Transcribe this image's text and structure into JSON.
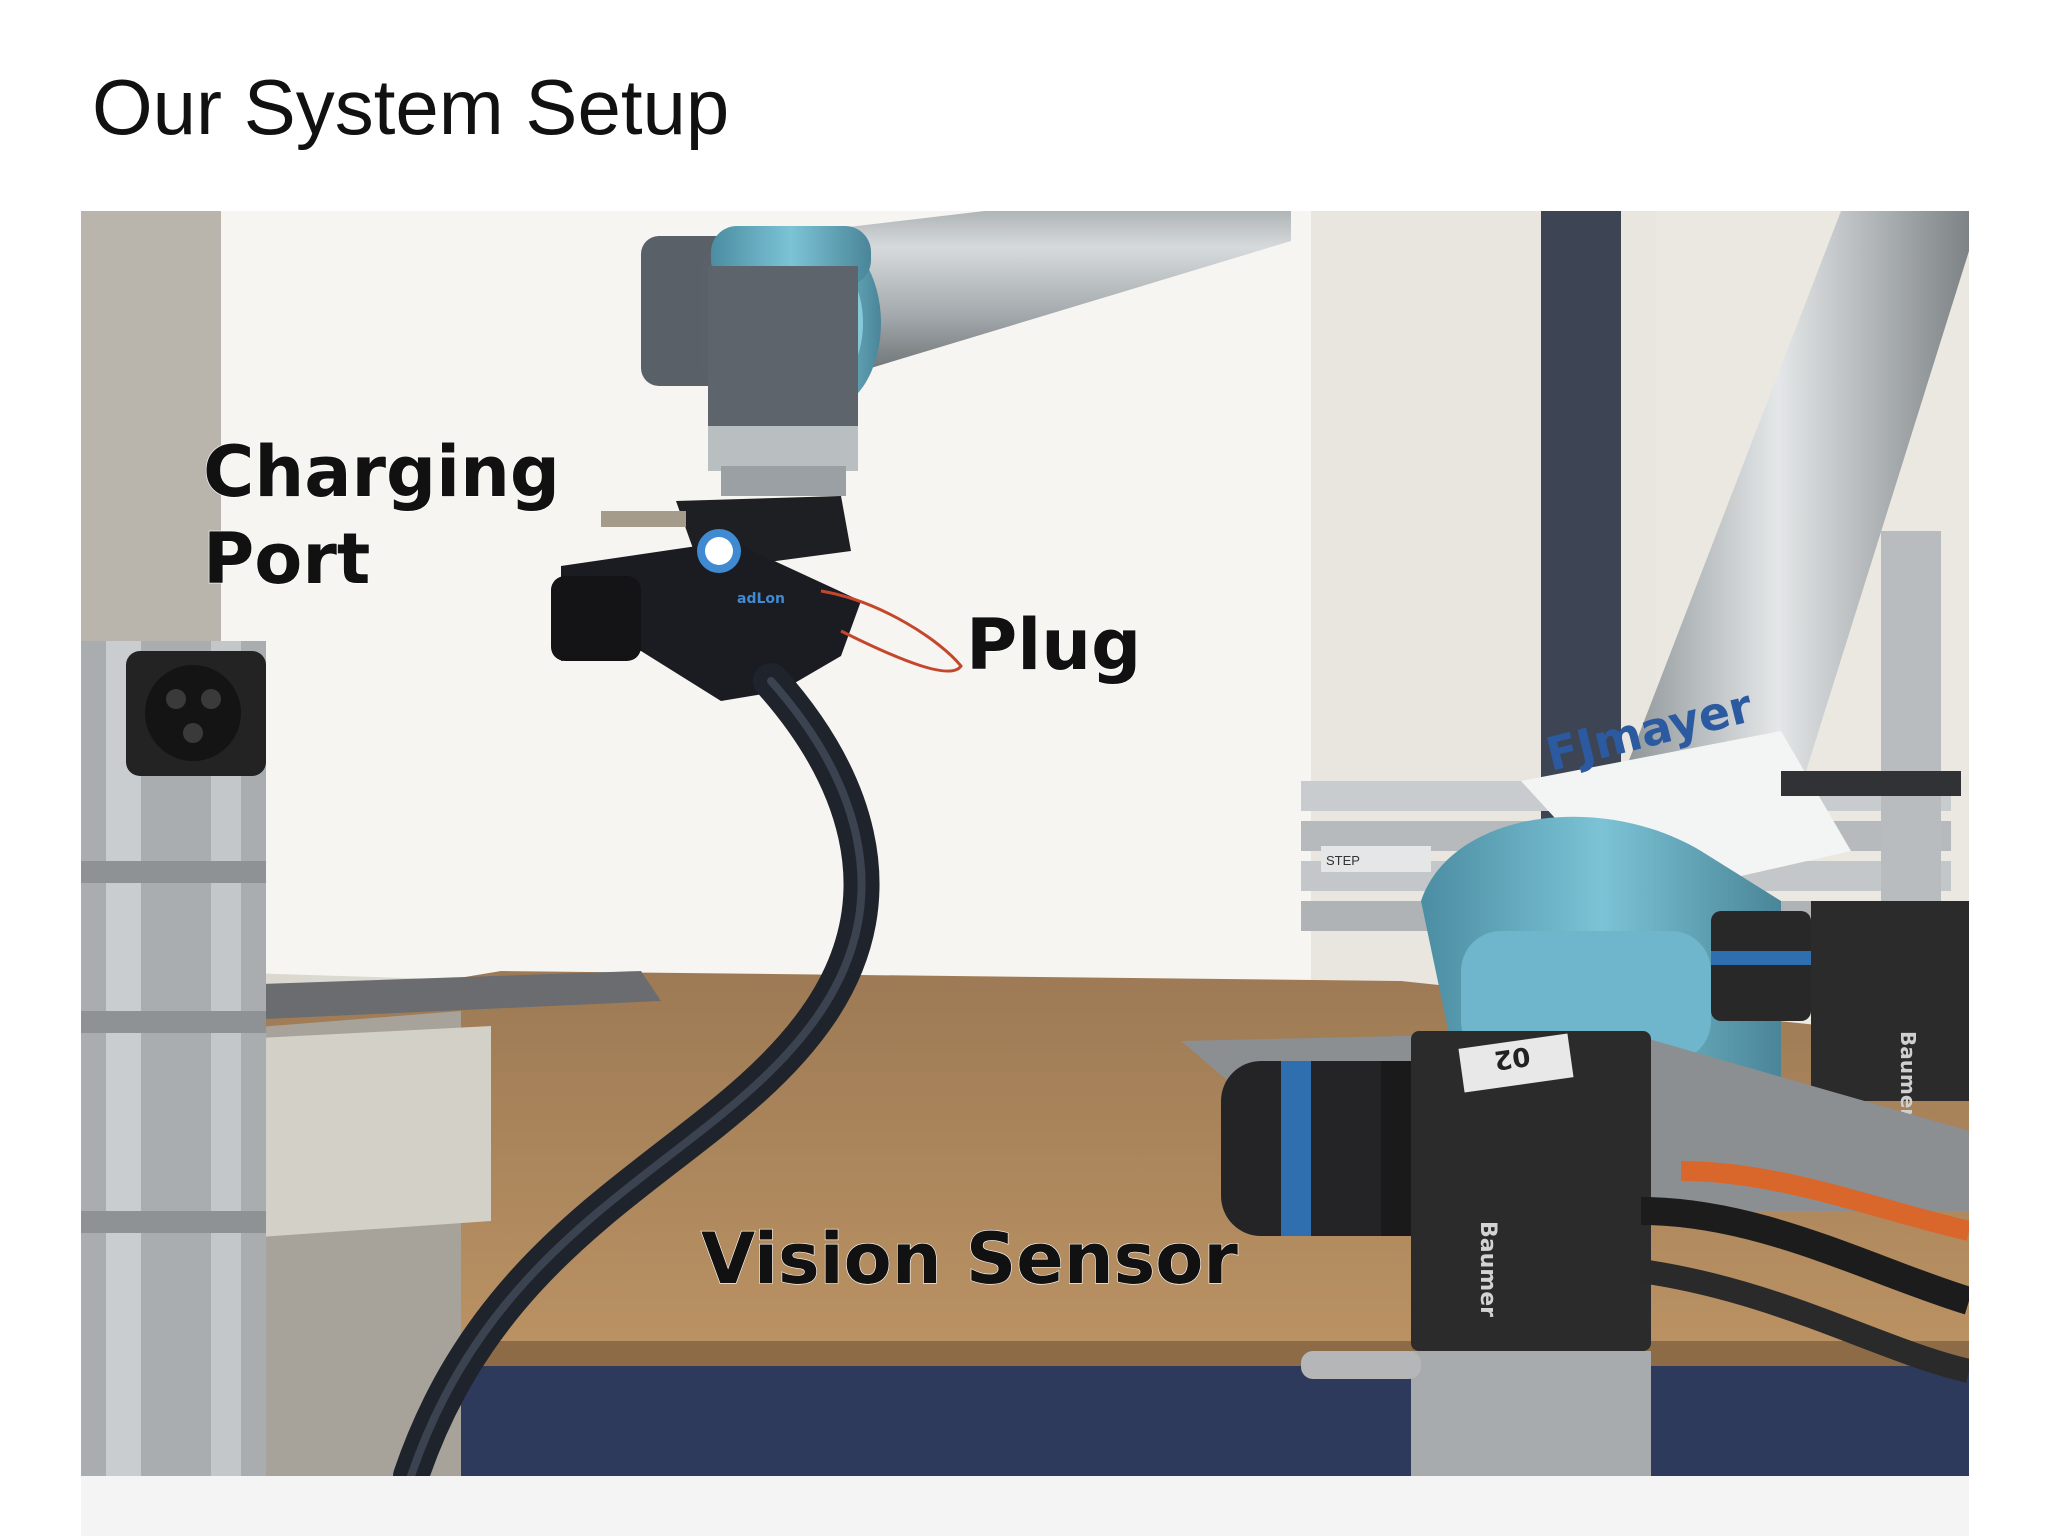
{
  "slide": {
    "title": "Our System Setup"
  },
  "photo": {
    "labels": {
      "charging_port_line1": "Charging",
      "charging_port_line2": "Port",
      "plug": "Plug",
      "vision_sensor": "Vision Sensor"
    },
    "printed_marks": {
      "robot_brand": "FJmayer",
      "camera_brand": "Baumer",
      "camera_tag": "02",
      "plug_logo": "adLon",
      "ruler_note": "STEP"
    }
  },
  "colors": {
    "label_text": "#111111",
    "robot_joint_blue": "#6fb6cc",
    "robot_arm_silver": "#b7bcbf",
    "table_wood": "#b58a5c",
    "wall": "#ece9e1",
    "camera_body": "#2b2b2b"
  }
}
